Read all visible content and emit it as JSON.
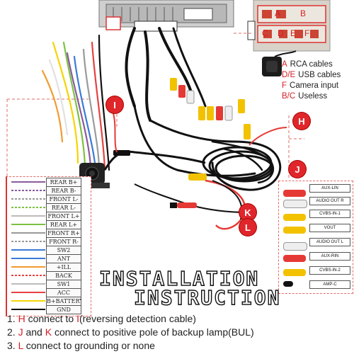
{
  "callouts": {
    "top_letters": [
      "A",
      "B",
      "C",
      "D",
      "E",
      "F"
    ],
    "H": "H",
    "I": "I",
    "J": "J",
    "K": "K",
    "L": "L"
  },
  "legend": [
    {
      "letter": "A",
      "text": "RCA cables"
    },
    {
      "letter": "D/E",
      "text": "USB cables"
    },
    {
      "letter": "F",
      "text": "Camera input"
    },
    {
      "letter": "B/C",
      "text": "Useless"
    }
  ],
  "wire_labels": [
    "REAR B+",
    "REAR B-",
    "FRONT L-",
    "REAR L-",
    "FRONT L+",
    "REAR L+",
    "FRONT R+",
    "FRONT R-",
    "SW2",
    "ANT",
    "+ILL",
    "BACK",
    "SW1",
    "ACC",
    "B+BATTERY",
    "GND"
  ],
  "rca_labels": [
    "AUX-LIN",
    "AUDIO OUT R",
    "CVBS-IN-1",
    "VOUT",
    "AUDIO OUT L",
    "AUX-RIN",
    "CVBS-IN-2",
    "AMP-C"
  ],
  "title": {
    "line1": "INSTALLATION",
    "line2": "INSTRUCTION"
  },
  "instructions": [
    {
      "num": "1.",
      "a": "H",
      "mid1": " connect to ",
      "b": "I",
      "rest": "(reversing detection cable)"
    },
    {
      "num": "2.",
      "a": "J",
      "mid1": " and ",
      "b": "K",
      "rest": " connect to positive pole of backup lamp(BUL)"
    },
    {
      "num": "3.",
      "a": "L",
      "mid1": " connect to grounding or none",
      "b": "",
      "rest": ""
    }
  ],
  "colors": {
    "accent_red": "#d52027",
    "badge_red": "#e0262b",
    "wire_black": "#111111",
    "rca_yellow": "#f2c200"
  }
}
